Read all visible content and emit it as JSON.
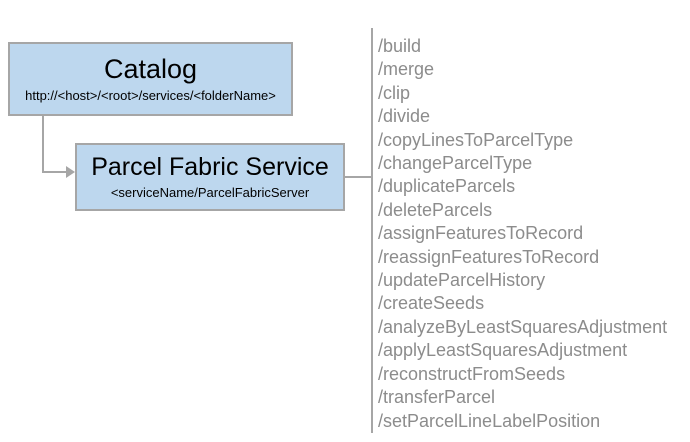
{
  "catalog_box": {
    "title": "Catalog",
    "subtitle": "http://<host>/<root>/services/<folderName>"
  },
  "service_box": {
    "title": "Parcel Fabric Service",
    "subtitle": "<serviceName/ParcelFabricServer"
  },
  "endpoints": [
    "/build",
    "/merge",
    "/clip",
    "/divide",
    "/copyLinesToParcelType",
    "/changeParcelType",
    "/duplicateParcels",
    "/deleteParcels",
    "/assignFeaturesToRecord",
    "/reassignFeaturesToRecord",
    "/updateParcelHistory",
    "/createSeeds",
    "/analyzeByLeastSquaresAdjustment",
    "/applyLeastSquaresAdjustment",
    "/reconstructFromSeeds",
    "/transferParcel",
    "/setParcelLineLabelPosition"
  ],
  "colors": {
    "box_fill": "#bdd7ee",
    "box_border": "#a6a6a6",
    "connector": "#a6a6a6",
    "endpoint_text": "#8c8c8c",
    "title_text": "#000000"
  }
}
